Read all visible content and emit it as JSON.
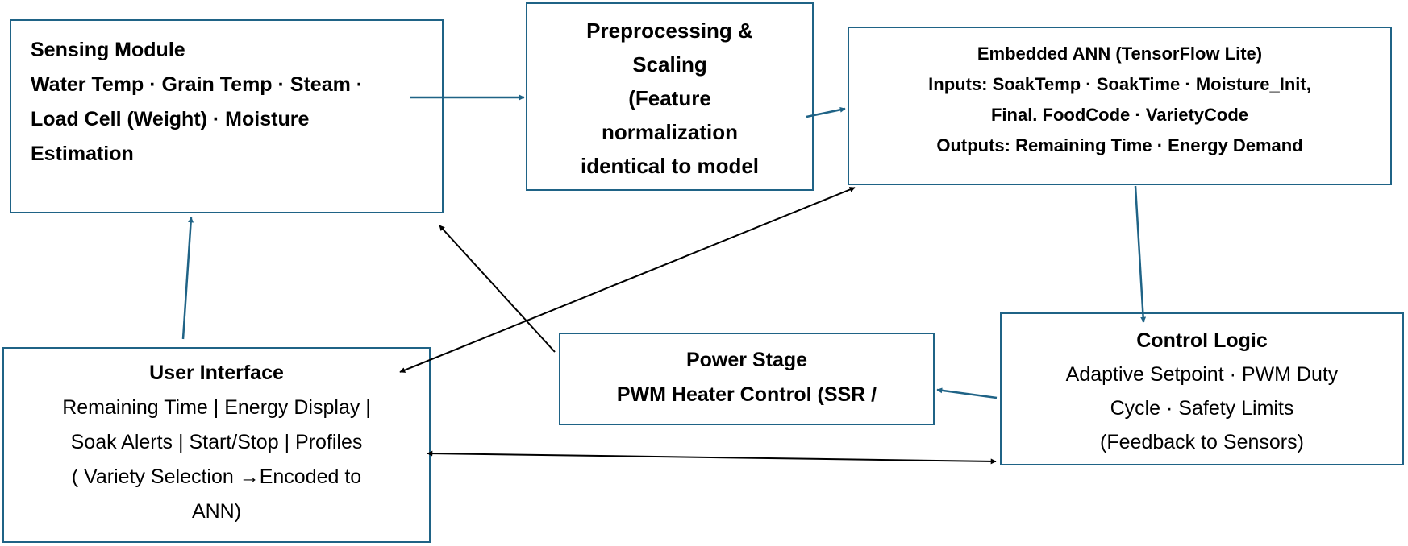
{
  "colors": {
    "box_border": "#1f6386",
    "arrow_teal": "#1f6386",
    "arrow_black": "#000000"
  },
  "sensing_module": {
    "lines": [
      "Sensing Module",
      "Water Temp · Grain Temp · Steam ·",
      "Load Cell (Weight) · Moisture",
      "Estimation"
    ]
  },
  "preprocessing": {
    "lines": [
      "Preprocessing &",
      "Scaling",
      "(Feature",
      "normalization",
      "identical to model"
    ]
  },
  "embedded_ann": {
    "lines": [
      "Embedded ANN (TensorFlow Lite)",
      "Inputs: SoakTemp · SoakTime · Moisture_Init,",
      "Final.  FoodCode · VarietyCode",
      "Outputs: Remaining Time · Energy Demand"
    ]
  },
  "control_logic": {
    "title": "Control Logic",
    "lines": [
      "Adaptive Setpoint · PWM Duty",
      "Cycle · Safety Limits",
      "(Feedback to Sensors)"
    ]
  },
  "power_stage": {
    "lines": [
      "Power Stage",
      "PWM Heater Control (SSR /"
    ]
  },
  "user_interface": {
    "title": "User Interface",
    "lines": [
      "Remaining Time | Energy Display |",
      "Soak Alerts | Start/Stop | Profiles",
      "( Variety Selection →Encoded to",
      "ANN)"
    ]
  }
}
